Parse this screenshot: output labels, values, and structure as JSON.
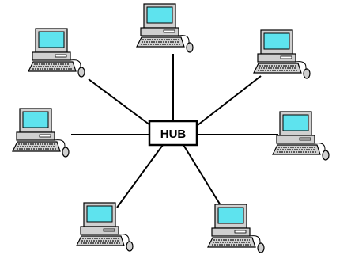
{
  "diagram": {
    "hub": {
      "label": "HUB"
    },
    "computers": [
      {
        "name": "top-center"
      },
      {
        "name": "top-left"
      },
      {
        "name": "top-right"
      },
      {
        "name": "middle-left"
      },
      {
        "name": "middle-right"
      },
      {
        "name": "bottom-left"
      },
      {
        "name": "bottom-right"
      }
    ]
  },
  "colors": {
    "screen": "#5ee3ee",
    "body": "#d0d0d0",
    "outline": "#000000",
    "link": "#000000",
    "background": "#ffffff"
  }
}
